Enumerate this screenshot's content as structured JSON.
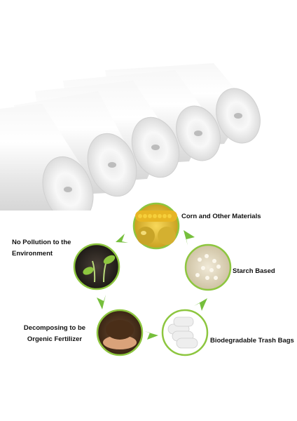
{
  "cycle": {
    "corn": "Corn and Other Materials",
    "starch": "Starch Based",
    "bags": "Biodegradable Trash Bags",
    "fertilizer_line1": "Decomposing to be",
    "fertilizer_line2": "Orgenic Fertilizer",
    "no_pollution_line1": "No Pollution to the",
    "no_pollution_line2": "Environment"
  },
  "colors": {
    "accent_green": "#76bf3c",
    "ring_green": "#8dc63f"
  },
  "icons": [
    "corn-image",
    "starch-granules-image",
    "trash-bag-rolls-image",
    "soil-hands-image",
    "seedling-image"
  ]
}
